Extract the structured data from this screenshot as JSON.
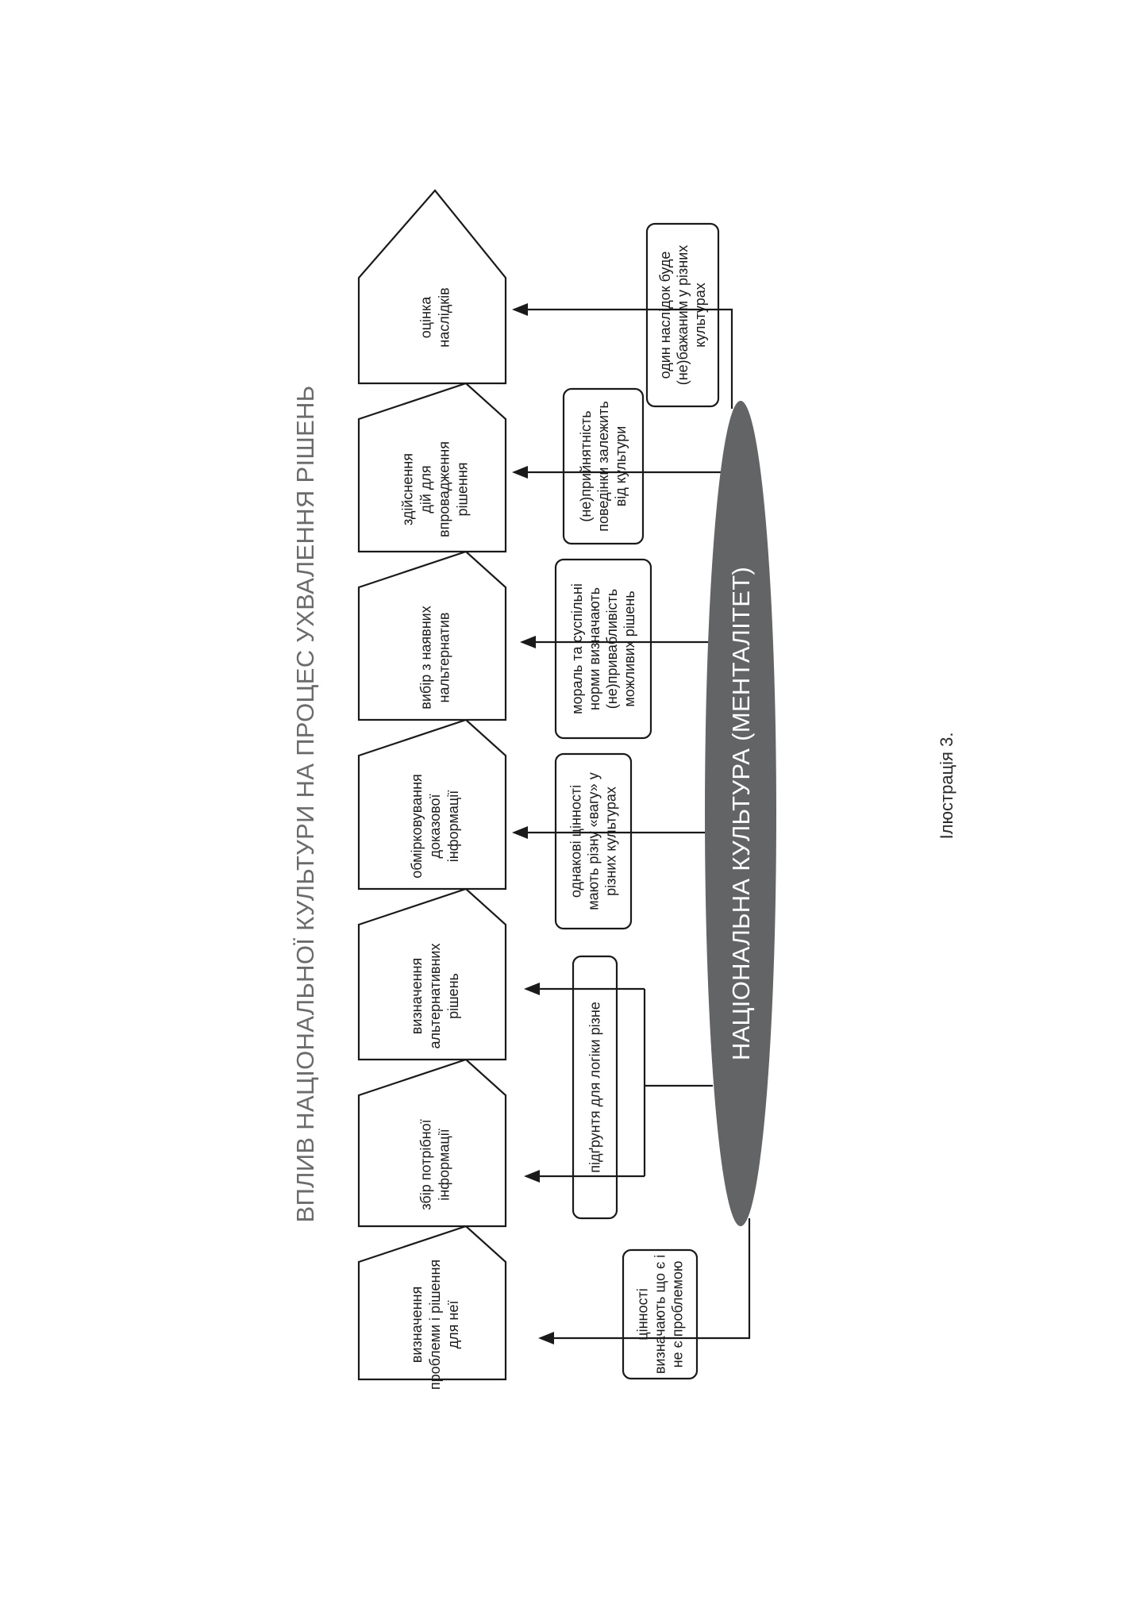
{
  "title": "ВПЛИВ НАЦІОНАЛЬНОЇ КУЛЬТУРИ НА ПРОЦЕС УХВАЛЕННЯ РІШЕНЬ",
  "stages": [
    {
      "lines": [
        "визначення",
        "проблеми і рішення",
        "для неї"
      ]
    },
    {
      "lines": [
        "збір потрібної",
        "інформації"
      ]
    },
    {
      "lines": [
        "визначення",
        "альтернативних",
        "рішень"
      ]
    },
    {
      "lines": [
        "обмірковування",
        "доказової",
        "інформації"
      ]
    },
    {
      "lines": [
        "вибір з наявних",
        "нальтернатив"
      ]
    },
    {
      "lines": [
        "здійснення",
        "дій для",
        "впровадження",
        "рішення"
      ]
    },
    {
      "lines": [
        "оцінка",
        "наслідків"
      ]
    }
  ],
  "notes": [
    {
      "lines": [
        "цінності",
        "визначають що є і",
        "не є проблемою"
      ]
    },
    {
      "lines": [
        "підґрунтя для логіки різне"
      ]
    },
    {
      "lines": [
        "однакові цінності",
        "мають різну «вагу» у",
        "різних культурах"
      ]
    },
    {
      "lines": [
        "мораль та суспільні",
        "норми визначають",
        "(не)привабливість",
        "можливих рішень"
      ]
    },
    {
      "lines": [
        "(не)прийнятність",
        "поведінки залежить",
        "від культури"
      ]
    },
    {
      "lines": [
        "один наслідок буде",
        "(не)бажаним у різних",
        "культурах"
      ]
    }
  ],
  "center_label": "НАЦІОНАЛЬНА КУЛЬТУРА (МЕНТАЛІТЕТ)",
  "caption": "Ілюстрація 3.",
  "colors": {
    "ellipse_fill": "#636466",
    "title": "#6b6b6c",
    "stroke": "#1a1a1a"
  }
}
